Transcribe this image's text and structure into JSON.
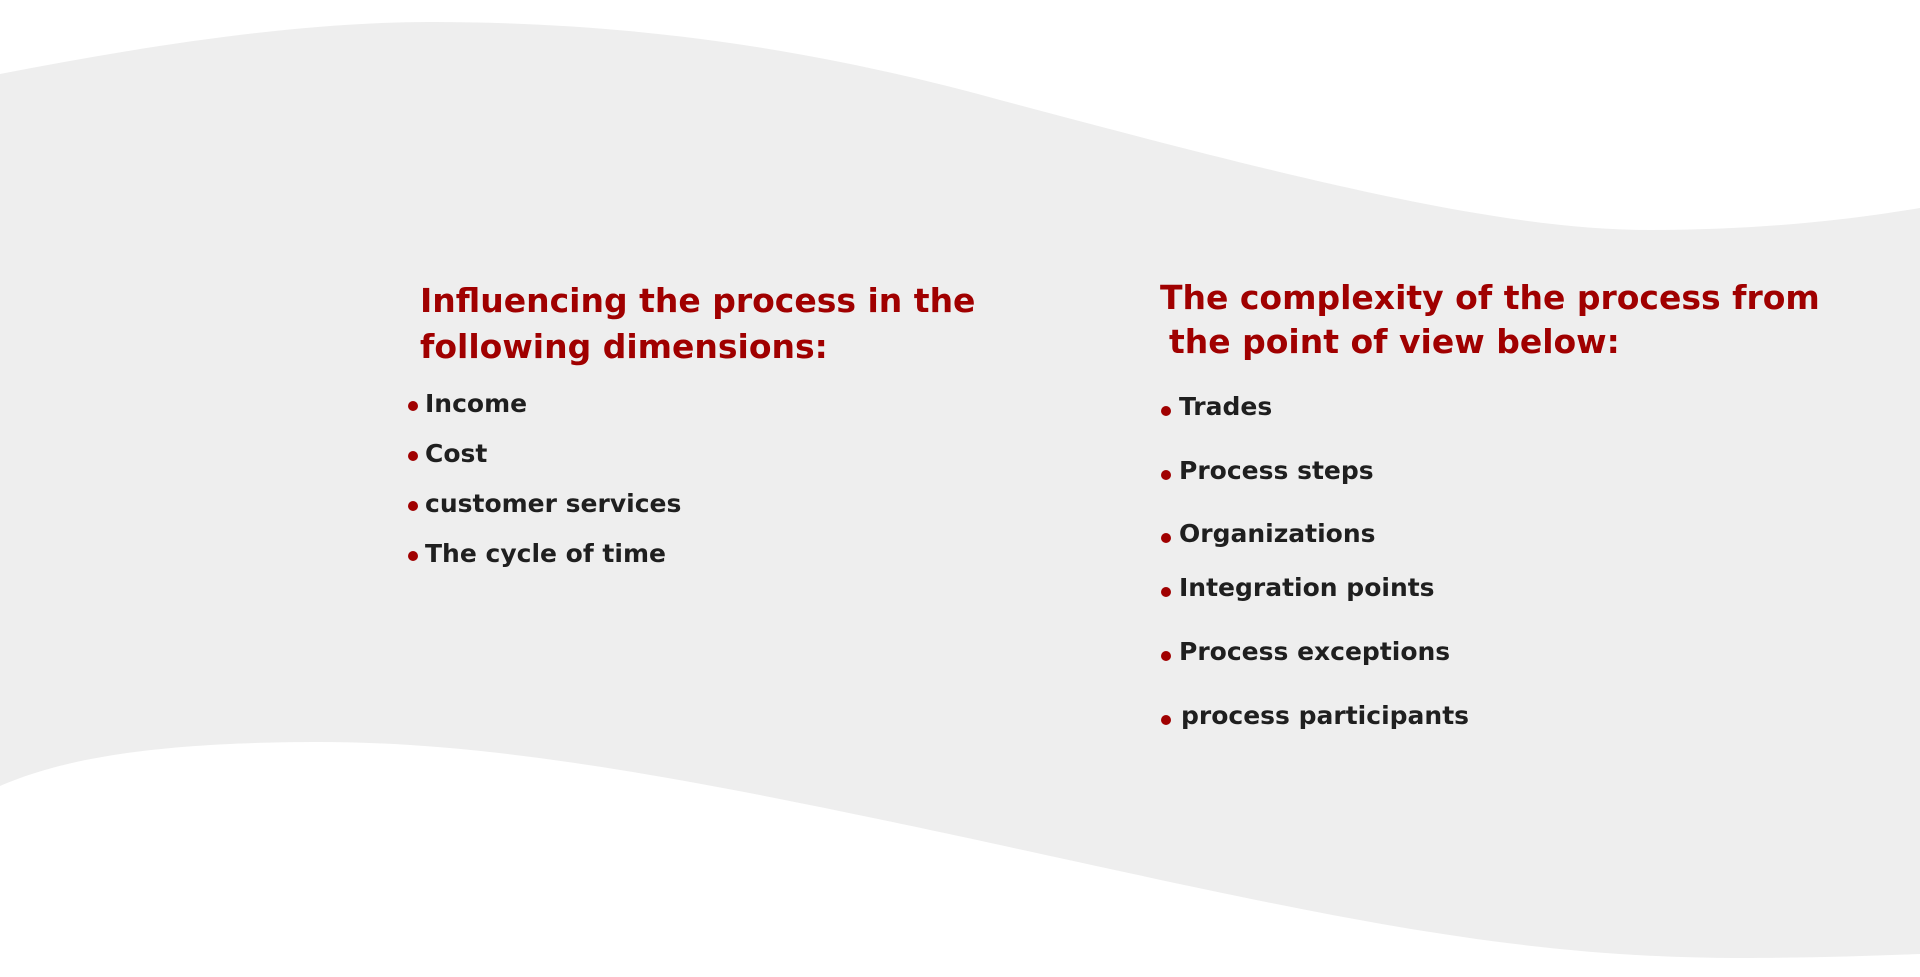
{
  "colors": {
    "accent": "#a00000",
    "text": "#1f1f1f",
    "wave": "#eeeeee",
    "background": "#ffffff"
  },
  "left": {
    "heading_line1": "Influencing the process in the",
    "heading_line2": "following dimensions:",
    "items": [
      "Income",
      "Cost",
      "customer services",
      "The cycle of time"
    ]
  },
  "right": {
    "heading_line1": "The complexity of the process from",
    "heading_line2": "the point of view below:",
    "items": [
      "Trades",
      "Process steps",
      "Organizations",
      "Integration points",
      "Process exceptions",
      "process participants"
    ]
  }
}
